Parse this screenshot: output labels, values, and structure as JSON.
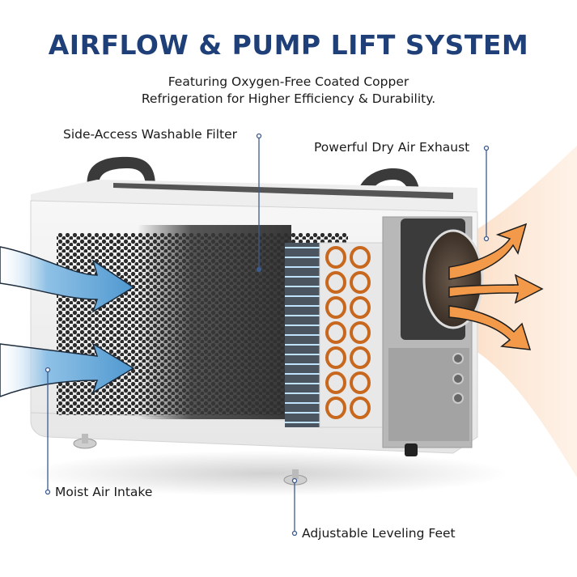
{
  "header": {
    "title": "AIRFLOW & PUMP LIFT SYSTEM",
    "subtitle_line1": "Featuring Oxygen-Free Coated Copper",
    "subtitle_line2": "Refrigeration for Higher Efficiency & Durability."
  },
  "callouts": [
    {
      "id": "filter",
      "label": "Side-Access Washable Filter"
    },
    {
      "id": "exhaust",
      "label": "Powerful Dry Air Exhaust"
    },
    {
      "id": "intake",
      "label": "Moist Air Intake"
    },
    {
      "id": "feet",
      "label": "Adjustable Leveling Feet"
    }
  ],
  "colors": {
    "title": "#1f3f78",
    "callout_line": "#3c5a8c",
    "intake_arrow": "#5fa3d6",
    "exhaust_arrow": "#f29a4a",
    "exhaust_glow": "#fbe0c8",
    "copper": "#c8681e"
  }
}
